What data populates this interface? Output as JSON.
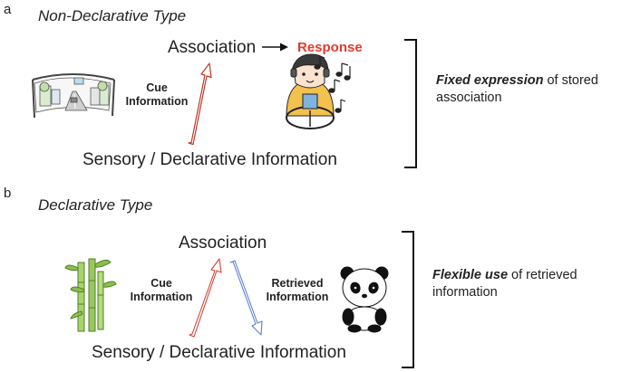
{
  "panel_a": {
    "label": "a",
    "title": "Non-Declarative Type",
    "association": "Association",
    "response": "Response",
    "cue": [
      "Cue",
      "Information"
    ],
    "sensory": "Sensory / Declarative Information",
    "description_bold": "Fixed expression",
    "description_rest": " of stored association"
  },
  "panel_b": {
    "label": "b",
    "title": "Declarative Type",
    "association": "Association",
    "cue": [
      "Cue",
      "Information"
    ],
    "retrieved": [
      "Retrieved",
      "Information"
    ],
    "sensory": "Sensory / Declarative Information",
    "description_bold": "Flexible use",
    "description_rest": " of retrieved information"
  },
  "colors": {
    "red_arrow": "#c0392b",
    "blue_arrow": "#5b7fd1",
    "response_red": "#e33b2e",
    "bamboo_green": "#8bbf4a"
  },
  "icons": [
    "road-scene-icon",
    "driver-icon",
    "music-notes-icon",
    "bamboo-icon",
    "panda-icon"
  ]
}
